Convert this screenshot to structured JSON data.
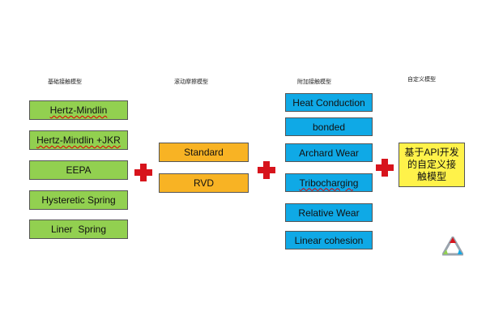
{
  "columns": {
    "base": {
      "header": "基础接触模型",
      "items": [
        "Hertz-Mindlin",
        "Hertz-Mindlin +JKR",
        "EEPA",
        "Hysteretic Spring",
        "Liner  Spring"
      ]
    },
    "rolling": {
      "header": "滚动摩擦模型",
      "items": [
        "Standard",
        "RVD"
      ]
    },
    "additional": {
      "header": "附加接触模型",
      "items": [
        "Heat Conduction",
        "bonded",
        "Archard Wear",
        "Tribocharging",
        "Relative Wear",
        "Linear cohesion"
      ]
    },
    "custom": {
      "header": "自定义模型",
      "items": [
        "基于API开发的自定义接触模型"
      ]
    }
  },
  "colors": {
    "base": "#92d050",
    "rolling": "#f8b324",
    "additional": "#0fa9e6",
    "custom": "#fff24a",
    "plus": "#d7141c"
  },
  "icons": [
    "plus-icon",
    "logo-icon"
  ]
}
